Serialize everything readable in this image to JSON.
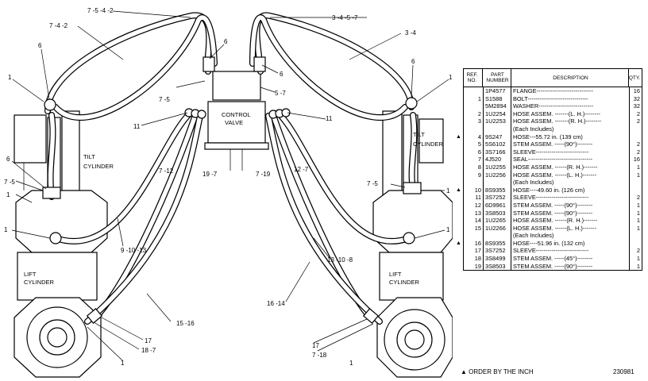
{
  "diagram": {
    "labels": {
      "l_7_5_4_2": "7 -5 -4 -2",
      "l_7_4_2": "7 -4 -2",
      "l_3_4_5_7": "3 -4 -5 -7",
      "l_3_4": "3 -4",
      "l_6a": "6",
      "l_6b": "6",
      "l_6c": "6",
      "l_6d": "6",
      "l_6e": "6",
      "l_6f": "6",
      "l_1a": "1",
      "l_1b": "1",
      "l_1c": "1",
      "l_1d": "1",
      "l_1e": "1",
      "l_1f": "1",
      "l_1g": "1",
      "l_1h": "1",
      "l_1i": "1",
      "l_7_5a": "7 -5",
      "l_7_5b": "7 -5",
      "l_7_5c": "7 -5",
      "l_5_7": "5 -7",
      "l_11a": "11",
      "l_11b": "11",
      "l_7_12": "7 -12",
      "l_19_7": "19 -7",
      "l_7_19": "7 -19",
      "l_12_7": "12 -7",
      "l_9_10_13": "9 -10 -13",
      "l_13_10_8": "13 -10 -8",
      "l_16_14": "16 -14",
      "l_15_16": "15 -16",
      "l_17a": "17",
      "l_17b": "17",
      "l_18_7": "18 -7",
      "l_7_18": "7 -18",
      "control_valve_1": "CONTROL",
      "control_valve_2": "VALVE",
      "tilt_left_1": "TILT",
      "tilt_left_2": "CYLINDER",
      "tilt_right_1": "TILT",
      "tilt_right_2": "CYLINDER",
      "lift_left_1": "LIFT",
      "lift_left_2": "CYLINDER",
      "lift_right_1": "LIFT",
      "lift_right_2": "CYLINDER"
    }
  },
  "parts_table": {
    "headers": {
      "ref": "REF. NO.",
      "part": "PART NUMBER",
      "desc": "DESCRIPTION",
      "qty": "QTY."
    },
    "rows": [
      {
        "mark": "",
        "ref": "",
        "part": "1P4577",
        "desc": "FLANGE-----------------------------",
        "qty": "16"
      },
      {
        "mark": "",
        "ref": "1",
        "part": "S1588",
        "desc": "BOLT-------------------------------",
        "qty": "32"
      },
      {
        "mark": "",
        "ref": "",
        "part": "5M2894",
        "desc": "WASHER----------------------------",
        "qty": "32"
      },
      {
        "mark": "",
        "ref": "2",
        "part": "1U2254",
        "desc": "HOSE ASSEM. -------(L. H.)--------",
        "qty": "2"
      },
      {
        "mark": "",
        "ref": "3",
        "part": "1U2253",
        "desc": "HOSE ASSEM. -------(R. H.)--------",
        "qty": "2"
      },
      {
        "mark": "",
        "ref": "",
        "part": "",
        "desc": "(Each Includes)",
        "qty": ""
      },
      {
        "mark": "▲",
        "ref": "4",
        "part": "9S247",
        "desc": "HOSE---55.72 in. (139 cm)",
        "qty": ""
      },
      {
        "mark": "",
        "ref": "5",
        "part": "5S6102",
        "desc": "STEM ASSEM. -----(90°)--------",
        "qty": "2"
      },
      {
        "mark": "",
        "ref": "6",
        "part": "3S7166",
        "desc": "SLEEVE---------------------------",
        "qty": "2"
      },
      {
        "mark": "",
        "ref": "7",
        "part": "4J520",
        "desc": "SEAL---------------------------------",
        "qty": "16"
      },
      {
        "mark": "",
        "ref": "8",
        "part": "1U2255",
        "desc": "HOSE ASSEM. ------(R. H.)-------",
        "qty": "1"
      },
      {
        "mark": "",
        "ref": "9",
        "part": "1U2256",
        "desc": "HOSE ASSEM. ------(L. H.)-------",
        "qty": "1"
      },
      {
        "mark": "",
        "ref": "",
        "part": "",
        "desc": "(Each Includes)",
        "qty": ""
      },
      {
        "mark": "▲",
        "ref": "10",
        "part": "8S9355",
        "desc": "HOSE----49.60 in. (126 cm)",
        "qty": ""
      },
      {
        "mark": "",
        "ref": "11",
        "part": "3S7252",
        "desc": "SLEEVE---------------------------",
        "qty": "2"
      },
      {
        "mark": "",
        "ref": "12",
        "part": "6D9961",
        "desc": "STEM ASSEM. -----(90°)--------",
        "qty": "1"
      },
      {
        "mark": "",
        "ref": "13",
        "part": "3S8503",
        "desc": "STEM ASSEM. -----(90°)--------",
        "qty": "1"
      },
      {
        "mark": "",
        "ref": "14",
        "part": "1U2265",
        "desc": "HOSE ASSEM. ------(R. H.)-------",
        "qty": "1"
      },
      {
        "mark": "",
        "ref": "15",
        "part": "1U2266",
        "desc": "HOSE ASSEM. ------(L. H.)-------",
        "qty": "1"
      },
      {
        "mark": "",
        "ref": "",
        "part": "",
        "desc": "(Each Includes)",
        "qty": ""
      },
      {
        "mark": "▲",
        "ref": "16",
        "part": "8S9355",
        "desc": "HOSE----51.96 in. (132 cm)",
        "qty": ""
      },
      {
        "mark": "",
        "ref": "17",
        "part": "3S7252",
        "desc": "SLEEVE---------------------------",
        "qty": "2"
      },
      {
        "mark": "",
        "ref": "18",
        "part": "3S8499",
        "desc": "STEM ASSEM. -----(45°)--------",
        "qty": "1"
      },
      {
        "mark": "",
        "ref": "19",
        "part": "3S8503",
        "desc": "STEM ASSEM. -----(90°)--------",
        "qty": "1"
      }
    ]
  },
  "footer": {
    "note": "▲ ORDER BY THE INCH",
    "drawing_number": "230981"
  }
}
